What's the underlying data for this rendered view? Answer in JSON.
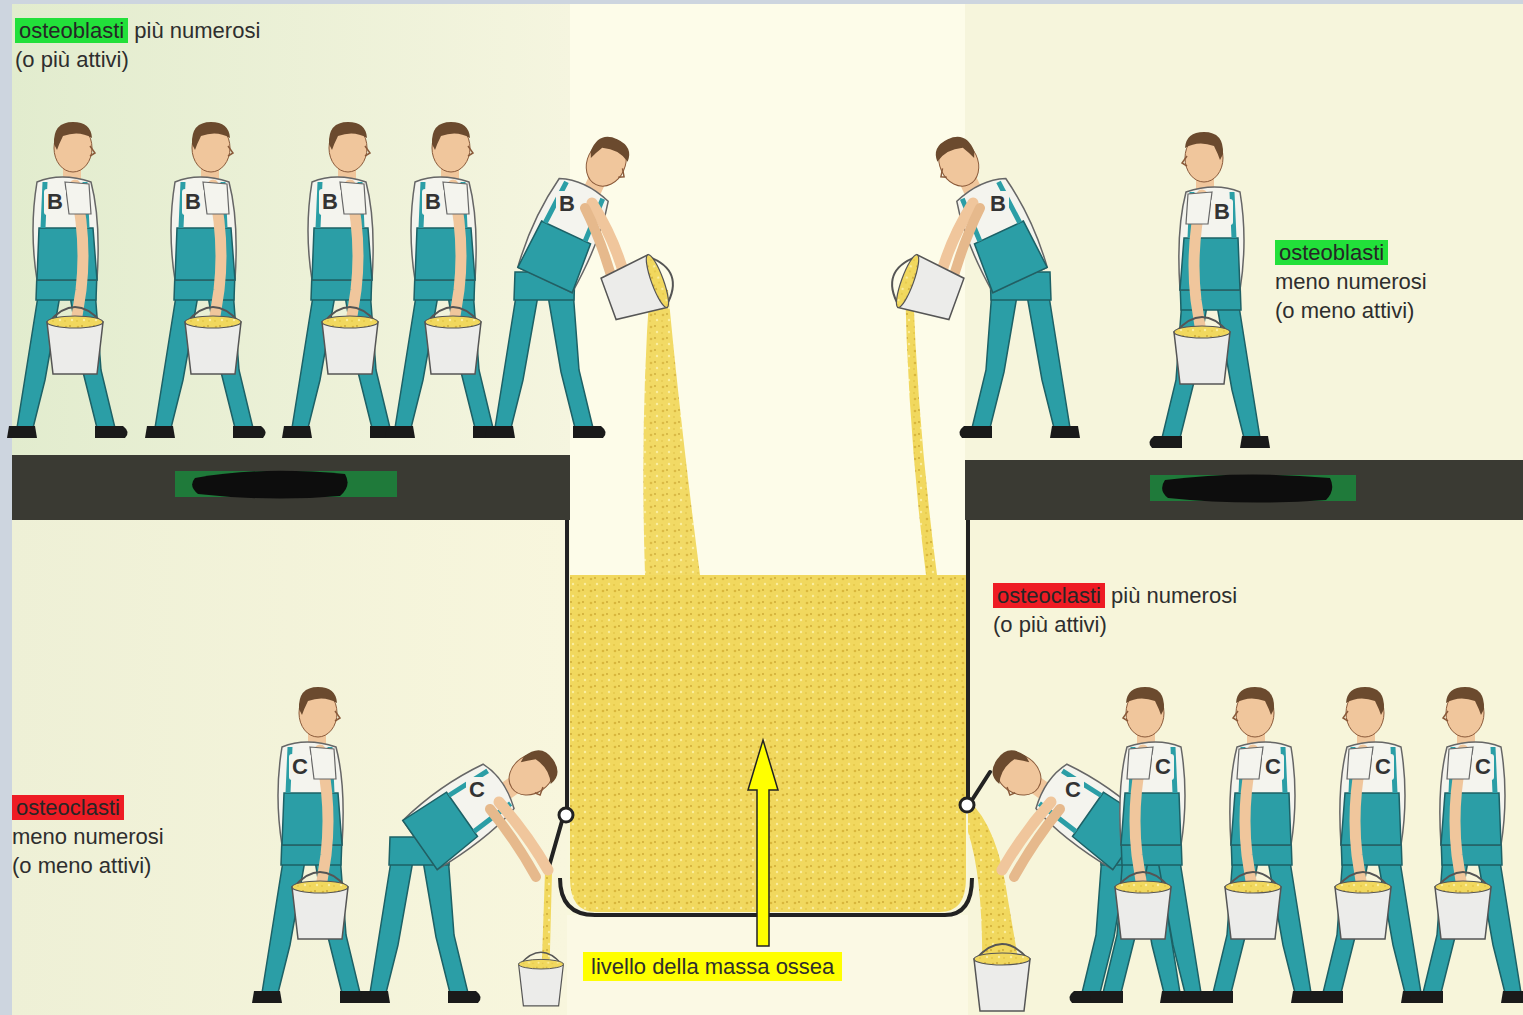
{
  "diagram": {
    "labels": [
      "osteoblasti più numerosi (o più attivi)",
      "osteoblasti meno numerosi (o meno attivi)",
      "B",
      "B",
      "B",
      "B",
      "B",
      "B",
      "B",
      "osteoclasti più numerosi (o più attivi)",
      "osteoclasti meno numerosi (o meno attivi)",
      "C",
      "C",
      "C",
      "C",
      "C",
      "C",
      "C",
      "livello della massa ossea"
    ]
  }
}
